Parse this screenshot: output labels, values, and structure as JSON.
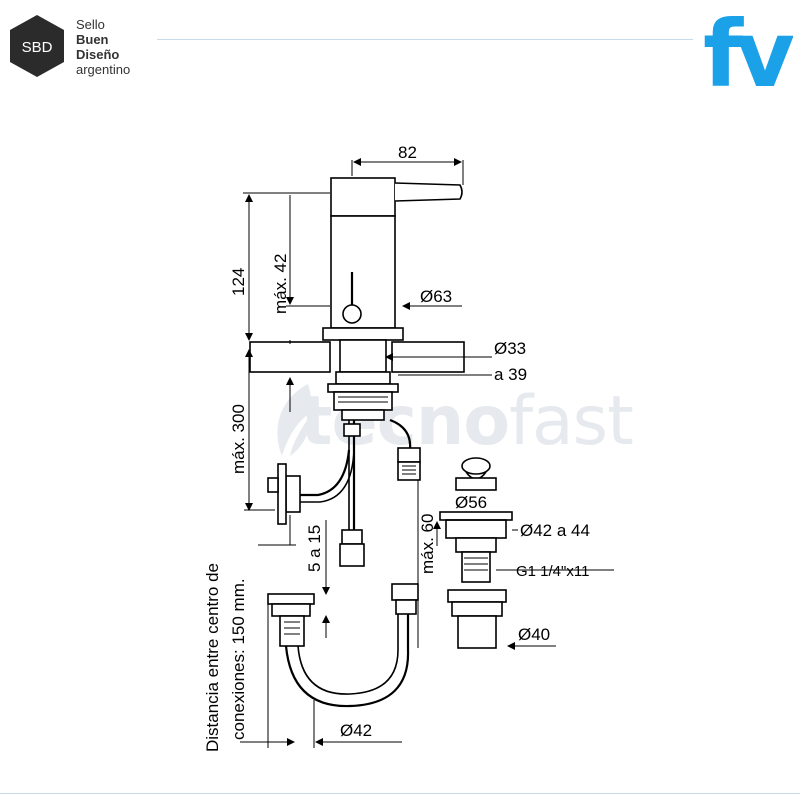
{
  "branding": {
    "sbd_badge_text": "SBD",
    "sbd_line1": "Sello",
    "sbd_line2": "Buen",
    "sbd_line3": "Diseño",
    "sbd_line4": "argentino",
    "fv_logo_text": "fv",
    "watermark_bold": "tecno",
    "watermark_light": "fast",
    "brand_blue": "#1aa1e8"
  },
  "dimensions": {
    "top_width": "82",
    "total_height": "124",
    "max_height": "máx. 42",
    "body_diameter": "Ø63",
    "hole_diameter": "Ø33",
    "hole_diameter_range": "a 39",
    "max_hose": "máx. 300",
    "connection_offset": "5 a 15",
    "connection_diameter": "Ø42",
    "connection_distance": "Distancia entre centro de",
    "connection_distance_2": "conexiones: 150 mm.",
    "drain_top_diameter": "Ø56",
    "drain_range": "Ø42 a 44",
    "drain_max": "máx. 60",
    "drain_thread": "G1 1/4\"x11",
    "drain_bottom_diameter": "Ø40"
  }
}
